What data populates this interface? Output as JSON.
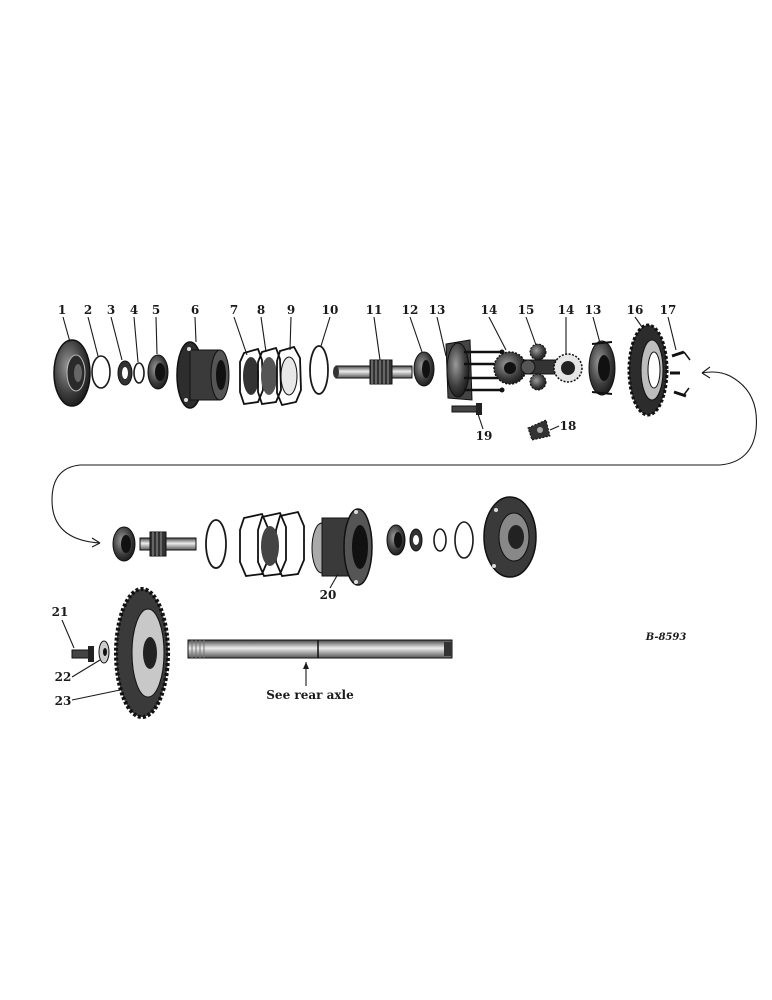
{
  "diagram": {
    "drawing_number": "B-8593",
    "note": "See rear axle",
    "callouts": [
      "1",
      "2",
      "3",
      "4",
      "5",
      "6",
      "7",
      "8",
      "9",
      "10",
      "11",
      "12",
      "13",
      "14",
      "15",
      "14",
      "13",
      "16",
      "17",
      "18",
      "19",
      "20",
      "21",
      "22",
      "23"
    ]
  }
}
